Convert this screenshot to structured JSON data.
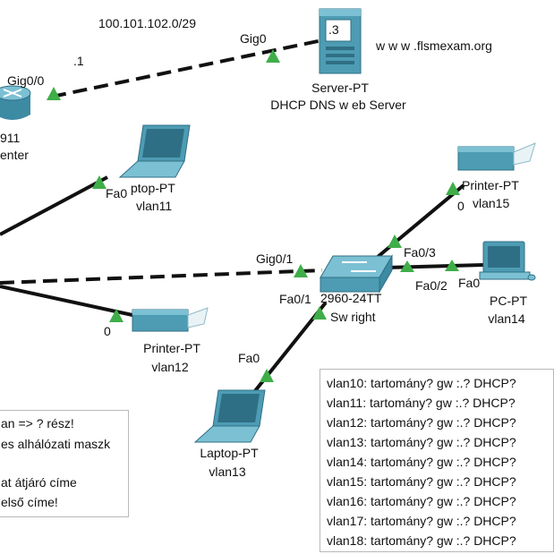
{
  "network": {
    "subnet": "100.101.102.0/29",
    "router_ip": ".1",
    "server_ip": ".3",
    "website": "w w w .flsmexam.org"
  },
  "router": {
    "port_gig00": "Gig0/0",
    "model": "911",
    "name": "enter"
  },
  "server": {
    "port": "Gig0",
    "model": "Server-PT",
    "role": "DHCP DNS w eb Server"
  },
  "laptop11": {
    "port": "Fa0",
    "model": "ptop-PT",
    "vlan": "vlan11"
  },
  "printer12": {
    "port": "0",
    "model": "Printer-PT",
    "vlan": "vlan12"
  },
  "laptop13": {
    "port": "Fa0",
    "model": "Laptop-PT",
    "vlan": "vlan13"
  },
  "printer15": {
    "port": "0",
    "model": "Printer-PT",
    "vlan": "vlan15"
  },
  "pc14": {
    "port": "Fa0",
    "model": "PC-PT",
    "vlan": "vlan14"
  },
  "switch": {
    "port_gig01": "Gig0/1",
    "port_fa01": "Fa0/1",
    "port_fa02": "Fa0/2",
    "port_fa03": "Fa0/3",
    "model": "2960-24TT",
    "name": "Sw right"
  },
  "task_notes": [
    "an => ? rész!",
    "es alhálózati maszk",
    "at átjáró címe",
    "első címe!"
  ],
  "vlan_questions": [
    "vlan10:  tartomány? gw :.? DHCP?",
    "vlan11: tartomány? gw :.? DHCP?",
    "vlan12: tartomány? gw :.? DHCP?",
    "vlan13: tartomány? gw :.? DHCP?",
    "vlan14: tartomány? gw :.? DHCP?",
    "vlan15: tartomány? gw :.? DHCP?",
    "vlan16: tartomány? gw :.? DHCP?",
    "vlan17: tartomány? gw :.? DHCP?",
    "vlan18: tartomány? gw :.? DHCP?"
  ],
  "colors": {
    "link": "#111111",
    "link_up": "#3fae49",
    "device": "#4d9cb3",
    "device_dark": "#2f6f85",
    "background": "#ffffff"
  }
}
